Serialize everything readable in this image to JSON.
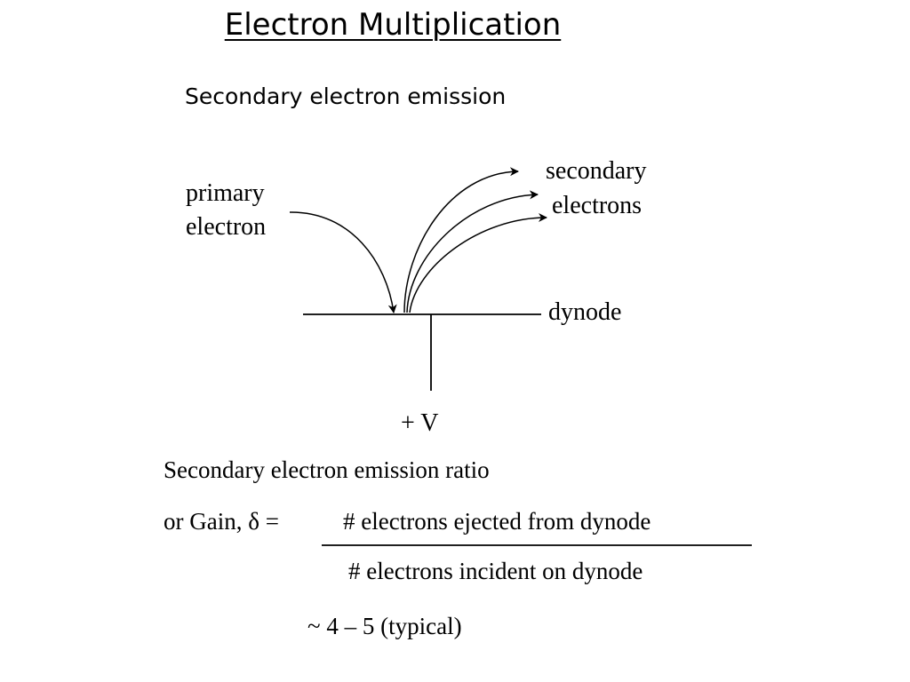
{
  "title": "Electron Multiplication",
  "subtitle": "Secondary electron emission",
  "diagram": {
    "primary_label_line1": "primary",
    "primary_label_line2": "electron",
    "secondary_label_line1": "secondary",
    "secondary_label_line2": "electrons",
    "dynode_label": "dynode",
    "voltage_label": "+ V"
  },
  "formula": {
    "line1": "Secondary electron emission ratio",
    "gain_prefix": "or Gain, δ =",
    "numerator": "# electrons ejected from dynode",
    "denominator": "# electrons incident on dynode",
    "typical": "~ 4 – 5 (typical)"
  }
}
